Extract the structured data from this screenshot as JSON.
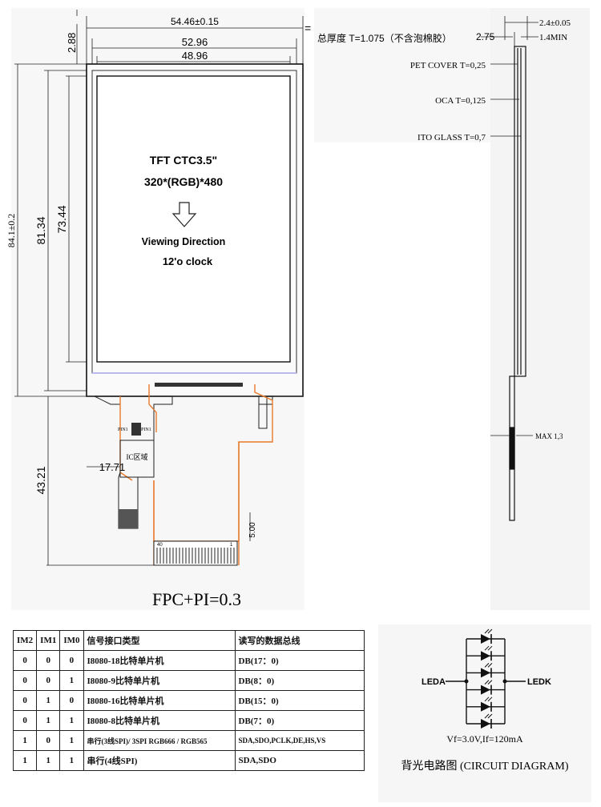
{
  "front": {
    "outer_width": "54.46±0.15",
    "mid_width": "52.96",
    "inner_width": "48.96",
    "top_gap": "2.88",
    "total_height": "84.1±0.2",
    "mid_height": "81.34",
    "inner_height": "73.44",
    "fpc_height": "43.21",
    "ic_offset": "17.71",
    "fpc_pitch": "5.00",
    "title": "TFT CTC3.5\"",
    "resolution": "320*(RGB)*480",
    "viewing_label": "Viewing Direction",
    "viewing_value": "12'o clock",
    "pin1_left": "PIN1",
    "pin1_right": "PIN1",
    "ic_label": "IC区域",
    "pin40": "40",
    "pin1": "1",
    "fpc_note": "FPC+PI=0.3"
  },
  "side": {
    "thickness_total": "总厚度 T=1.075（不含泡棉胶）",
    "dim_275": "2.75",
    "dim_24": "2.4±0.05",
    "dim_14": "1.4MIN",
    "pet": "PET COVER T=0,25",
    "oca": "OCA T=0,125",
    "ito": "ITO GLASS T=0,7",
    "max": "MAX 1,3",
    "eq": "="
  },
  "interface_table": {
    "headers": [
      "IM2",
      "IM1",
      "IM0",
      "信号接口类型",
      "读写的数据总线"
    ],
    "rows": [
      [
        "0",
        "0",
        "0",
        "I8080-18比特单片机",
        "DB(17：0)"
      ],
      [
        "0",
        "0",
        "1",
        "I8080-9比特单片机",
        "DB(8：0)"
      ],
      [
        "0",
        "1",
        "0",
        "I8080-16比特单片机",
        "DB(15：0)"
      ],
      [
        "0",
        "1",
        "1",
        "I8080-8比特单片机",
        "DB(7：0)"
      ],
      [
        "1",
        "0",
        "1",
        "串行(3线SPI)/ 3SPI RGB666 / RGB565",
        "SDA,SDO,PCLK,DE,HS,VS"
      ],
      [
        "1",
        "1",
        "1",
        "串行(4线SPI)",
        "SDA,SDO"
      ]
    ]
  },
  "circuit": {
    "leda": "LEDA",
    "ledk": "LEDK",
    "spec": "Vf=3.0V,If=120mA",
    "caption": "背光电路图 (CIRCUIT DIAGRAM)",
    "led_count": 6
  },
  "colors": {
    "fpc_orange": "#e87a2a",
    "screen_blue": "#b9b9ee"
  }
}
